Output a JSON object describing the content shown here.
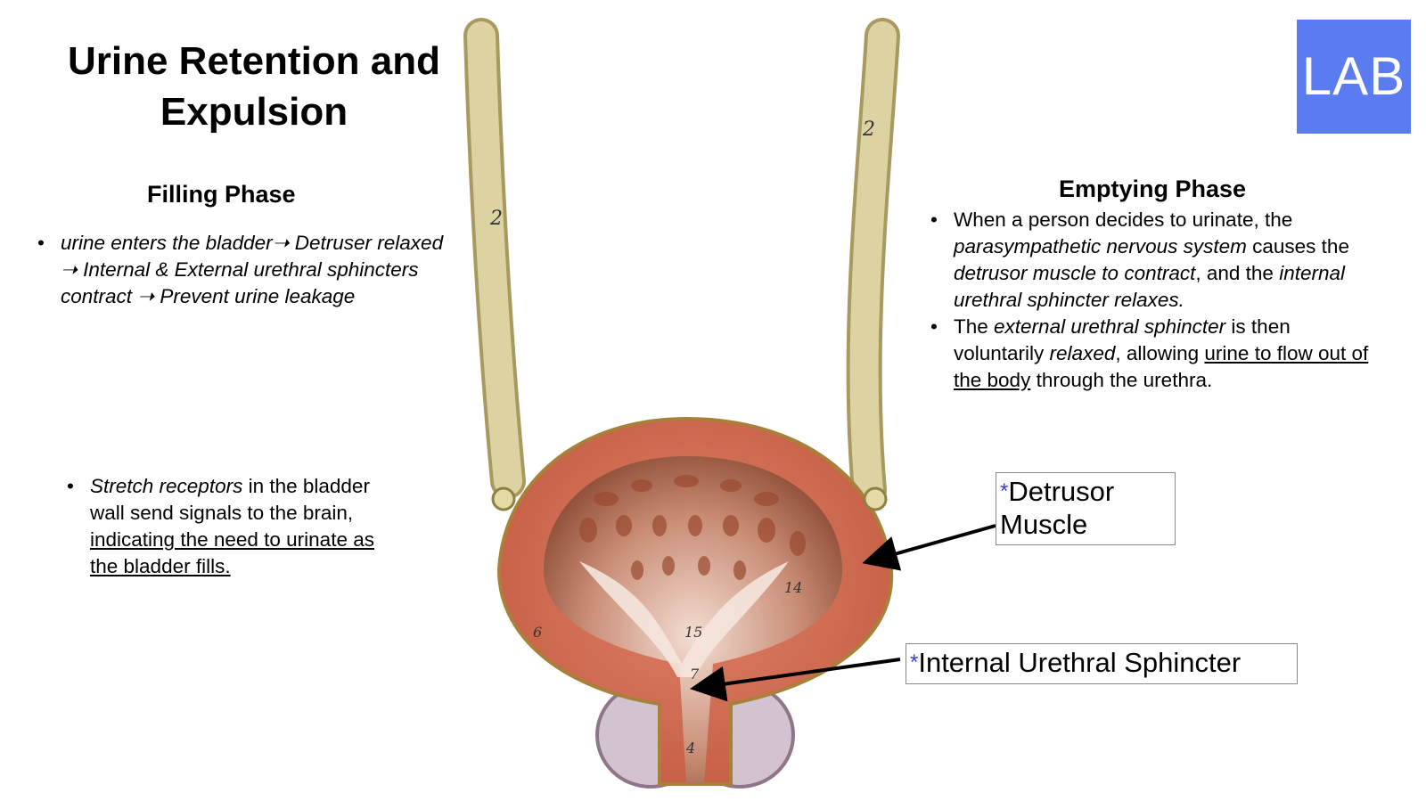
{
  "title": "Urine Retention and Expulsion",
  "badge": "LAB",
  "filling": {
    "heading": "Filling Phase",
    "bullet1": "urine enters the bladder➝ Detruser relaxed ➝ Internal & External urethral sphincters contract ➝ Prevent urine leakage",
    "stretch_italic": "Stretch receptors",
    "stretch_text": " in the bladder wall send signals to the brain,",
    "stretch_underlined": " indicating the need to urinate as the bladder fills."
  },
  "emptying": {
    "heading": "Emptying Phase",
    "b1_a": "When a person decides to urinate, the ",
    "b1_b": "parasympathetic nervous system",
    "b1_c": " causes the ",
    "b1_d": "detrusor muscle to contract",
    "b1_e": ", and the ",
    "b1_f": "internal urethral sphincter relaxes.",
    "b2_a": "The ",
    "b2_b": "external urethral sphincter",
    "b2_c": " is then voluntarily ",
    "b2_d": "relaxed",
    "b2_e": ", allowing ",
    "b2_f": "urine to flow out of the body",
    "b2_g": " through the urethra."
  },
  "labels": {
    "asterisk": "*",
    "detrusor": "Detrusor Muscle",
    "sphincter": "Internal Urethral Sphincter"
  },
  "diagram_numbers": {
    "ureter_left": "2",
    "ureter_right": "2",
    "n14": "14",
    "n15": "15",
    "n6": "6",
    "n7": "7",
    "n4": "4"
  },
  "colors": {
    "badge": "#5b7bf1",
    "bladder_wall": "#c9654a",
    "ureter": "#d8cc9a",
    "asterisk": "#3a3ad8"
  }
}
